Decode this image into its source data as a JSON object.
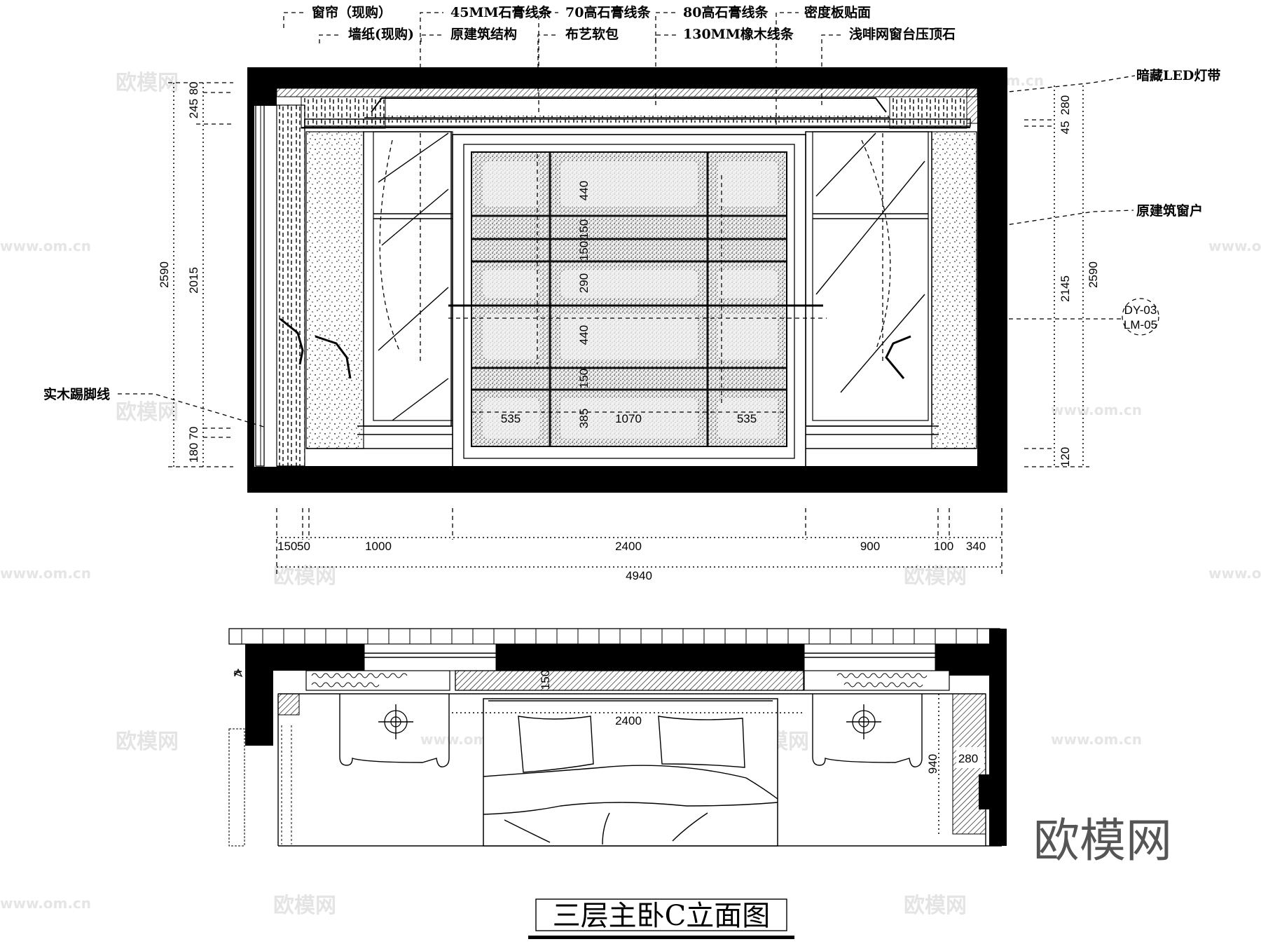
{
  "drawing": {
    "title": "三层主卧C立面图",
    "logo": "欧模网",
    "watermarks": {
      "brand": "欧模网",
      "url": "www.om.cn"
    }
  },
  "elevation": {
    "top_callouts_row1": [
      "窗帘（现购）",
      "45MM石膏线条",
      "70高石膏线条",
      "80高石膏线条",
      "密度板贴面"
    ],
    "top_callouts_row2": [
      "墙纸(现购)",
      "原建筑结构",
      "布艺软包",
      "130MM橡木线条",
      "浅啡网窗台压顶石"
    ],
    "right_callouts": [
      "暗藏LED灯带",
      "原建筑窗户"
    ],
    "left_callouts": [
      "实木踢脚线"
    ],
    "reference_tag": {
      "top": "DY-03",
      "bottom": "LM-05"
    },
    "left_dims": {
      "outer": "2590",
      "inner": [
        "80",
        "245",
        "2015",
        "70",
        "180"
      ]
    },
    "right_dims": {
      "outer": "2590",
      "inner": [
        "280",
        "45",
        "2145",
        "120"
      ]
    },
    "bottom_dims": {
      "segments": [
        "150",
        "50",
        "1000",
        "2400",
        "900",
        "100",
        "340"
      ],
      "total": "4940"
    },
    "headboard_dims": {
      "vertical": [
        "440",
        "150",
        "150",
        "290",
        "440",
        "150",
        "385"
      ],
      "horizontal": [
        "535",
        "1070",
        "535"
      ]
    }
  },
  "plan": {
    "dims": {
      "headboard_depth": "150",
      "bed_width": "2400",
      "side_depth": "940",
      "side_width": "280"
    }
  }
}
